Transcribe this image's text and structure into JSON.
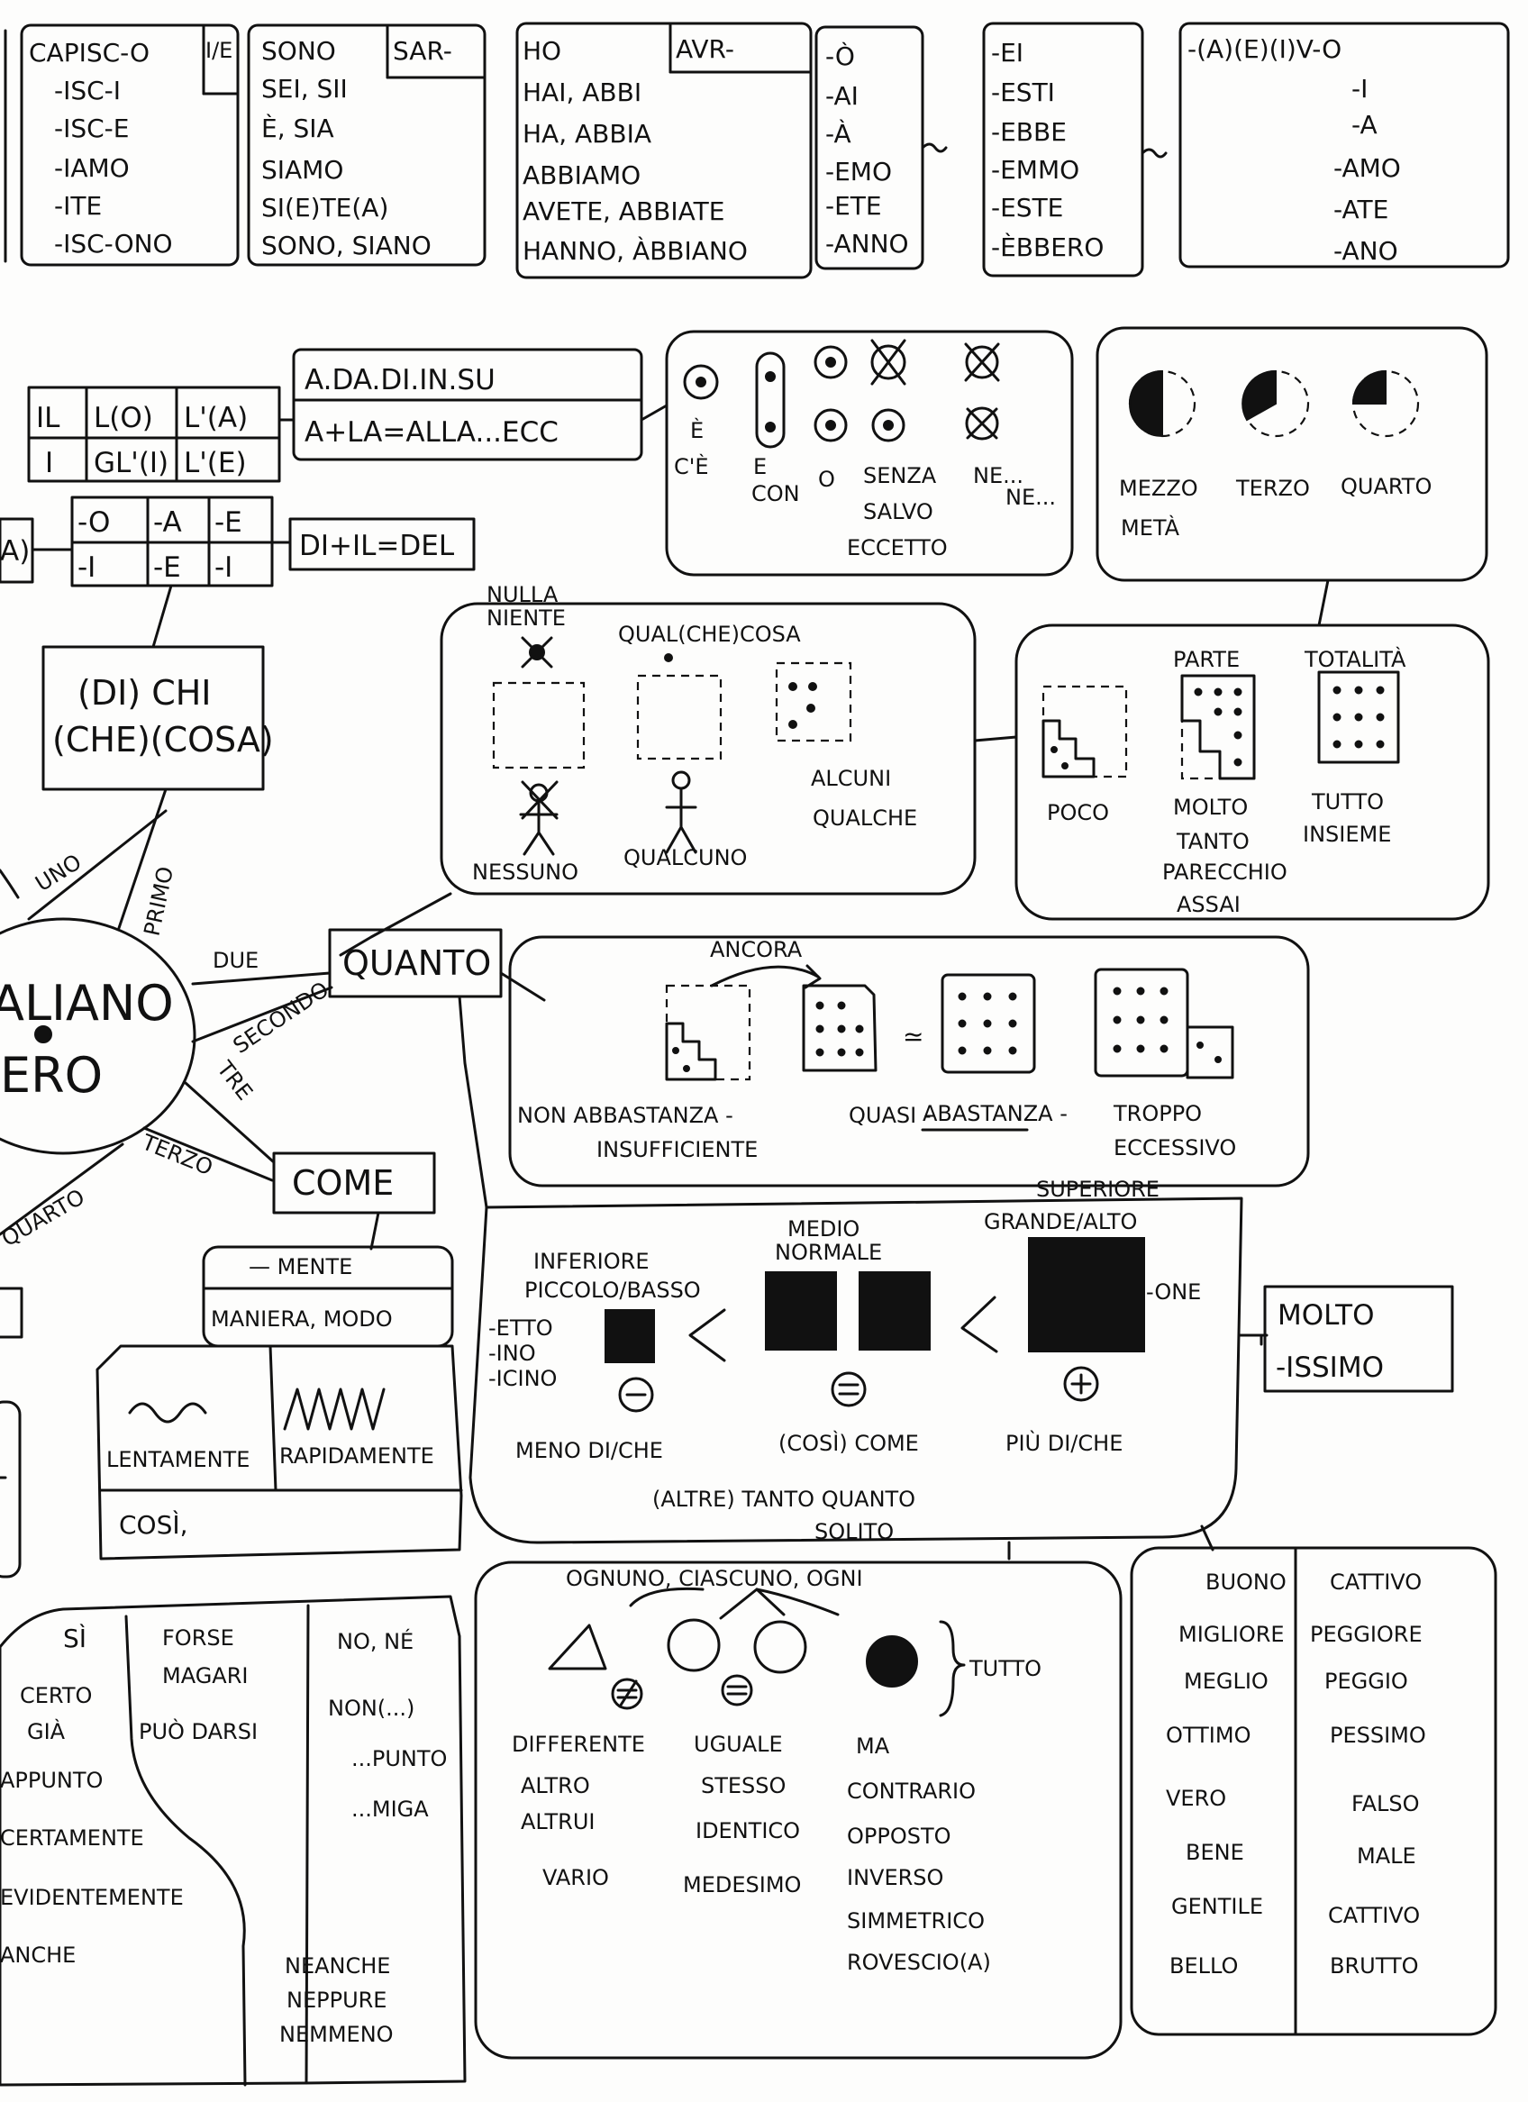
{
  "verbs": {
    "capire": {
      "rows": [
        "CAPISC-O",
        "-ISC-I",
        "-ISC-E",
        "-IAMO",
        "-ITE",
        "-ISC-ONO"
      ],
      "variant": "I/E"
    },
    "essere": {
      "rows": [
        "SONO",
        "SEI, SII",
        "È, SIA",
        "SIAMO",
        "SI(E)TE(A)",
        "SONO, SIANO"
      ],
      "stem": "SAR-"
    },
    "avere": {
      "rows": [
        "HO",
        "HAI, ABBI",
        "HA, ABBIA",
        "ABBIAMO",
        "AVETE, ABBIATE",
        "HANNO, ÀBBIANO"
      ],
      "stem": "AVR-"
    },
    "future": {
      "rows": [
        "-Ò",
        "-AI",
        "-À",
        "-EMO",
        "-ETE",
        "-ANNO"
      ]
    },
    "remote_past": {
      "rows": [
        "-EI",
        "-ESTI",
        "-EBBE",
        "-EMMO",
        "-ESTE",
        "-ÈBBERO"
      ]
    },
    "imperfect": {
      "rows": [
        "-(A)(E)(I)V-O",
        "-I",
        "-A",
        "-AMO",
        "-ATE",
        "-ANO"
      ]
    }
  },
  "articles": {
    "row1": [
      "IL",
      "L(O)",
      "L'(A)"
    ],
    "row2": [
      "I",
      "GL'(I)",
      "L'(E)"
    ],
    "prepositions": "A.DA.DI.IN.SU",
    "contraction": "A+LA=ALLA...ECC",
    "partial_a": "A)",
    "endings1": [
      "-O",
      "-A",
      "-E"
    ],
    "endings2": [
      "-I",
      "-E",
      "-I"
    ],
    "del": "DI+IL=DEL",
    "dichi": [
      "(DI) CHI",
      "(CHE)(COSA)"
    ]
  },
  "prep_dots": {
    "e": "È",
    "ce": "C'È",
    "e2": "E",
    "con": "CON",
    "o": "O",
    "senza": "SENZA",
    "salvo": "SALVO",
    "eccetto": "ECCETTO",
    "ne1": "NE...",
    "ne2": "NE..."
  },
  "fractions": {
    "mezzo": "MEZZO",
    "meta": "METÀ",
    "terzo": "TERZO",
    "quarto": "QUARTO"
  },
  "indefinites": {
    "nulla": "NULLA",
    "niente": "NIENTE",
    "qualcosa": "QUAL(CHE)COSA",
    "nessuno": "NESSUNO",
    "qualcuno": "QUALCUNO",
    "alcuni": "ALCUNI",
    "qualche": "QUALCHE"
  },
  "quantity": {
    "parte": "PARTE",
    "totalita": "TOTALITÀ",
    "poco": "POCO",
    "molto": "MOLTO",
    "tanto": "TANTO",
    "parecchio": "PARECCHIO",
    "assai": "ASSAI",
    "tutto": "TUTTO",
    "insieme": "INSIEME"
  },
  "hub": {
    "top": "ALIANO",
    "bottom": "ERO",
    "primo": "PRIMO",
    "uno": "UNO",
    "due": "DUE",
    "secondo": "SECONDO",
    "tre": "TRE",
    "terzo": "TERZO",
    "quarto": "QUARTO"
  },
  "nodes": {
    "quanto": "QUANTO",
    "come": "COME"
  },
  "sufficiency": {
    "ancora": "ANCORA",
    "approx": "≃",
    "non_abbastanza": "NON ABBASTANZA -",
    "insufficiente": "INSUFFICIENTE",
    "quasi": "QUASI -",
    "abastanza": "ABASTANZA -",
    "troppo": "TROPPO",
    "eccessivo": "ECCESSIVO"
  },
  "come": {
    "mente": "— MENTE",
    "maniera": "MANIERA, MODO",
    "lentamente": "LENTAMENTE",
    "rapidamente": "RAPIDAMENTE",
    "cosi": "COSÌ,"
  },
  "comparison": {
    "superiore": "SUPERIORE",
    "grande": "GRANDE/ALTO",
    "medio": "MEDIO",
    "normale": "NORMALE",
    "inferiore": "INFERIORE",
    "piccolo": "PICCOLO/BASSO",
    "etto": "-ETTO",
    "ino": "-INO",
    "icino": "-ICINO",
    "one": "-ONE",
    "meno": "MENO DI/CHE",
    "cosi_come": "(COSÌ) COME",
    "piu": "PIÙ DI/CHE",
    "tanto_quanto": "(ALTRE) TANTO QUANTO",
    "solito": "SOLITO",
    "molto": "MOLTO",
    "issimo": "-ISSIMO"
  },
  "affirmation": {
    "si": "SÌ",
    "certo": "CERTO",
    "gia": "GIÀ",
    "appunto": "APPUNTO",
    "certamente": "CERTAMENTE",
    "evidentemente": "EVIDENTEMENTE",
    "anche": "ANCHE",
    "forse": "FORSE",
    "magari": "MAGARI",
    "puo_darsi": "PUÒ DARSI",
    "no": "NO, NÉ",
    "non": "NON(...)",
    "punto": "...PUNTO",
    "miga": "...MIGA",
    "neanche": "NEANCHE",
    "neppure": "NEPPURE",
    "nemmeno": "NEMMENO"
  },
  "identity": {
    "ognuno": "OGNUNO, CIASCUNO, OGNI",
    "tutto": "TUTTO",
    "differente": "DIFFERENTE",
    "altro": "ALTRO",
    "altrui": "ALTRUI",
    "vario": "VARIO",
    "uguale": "UGUALE",
    "stesso": "STESSO",
    "identico": "IDENTICO",
    "medesimo": "MEDESIMO",
    "ma": "MA",
    "contrario": "CONTRARIO",
    "opposto": "OPPOSTO",
    "inverso": "INVERSO",
    "simmetrico": "SIMMETRICO",
    "rovesciato": "ROVESCIO(A)"
  },
  "good_bad": {
    "good": [
      "BUONO",
      "MIGLIORE",
      "MEGLIO",
      "OTTIMO",
      "VERO",
      "BENE",
      "GENTILE",
      "BELLO"
    ],
    "bad": [
      "CATTIVO",
      "PEGGIORE",
      "PEGGIO",
      "PESSIMO",
      "FALSO",
      "MALE",
      "CATTIVO",
      "BRUTTO"
    ]
  }
}
